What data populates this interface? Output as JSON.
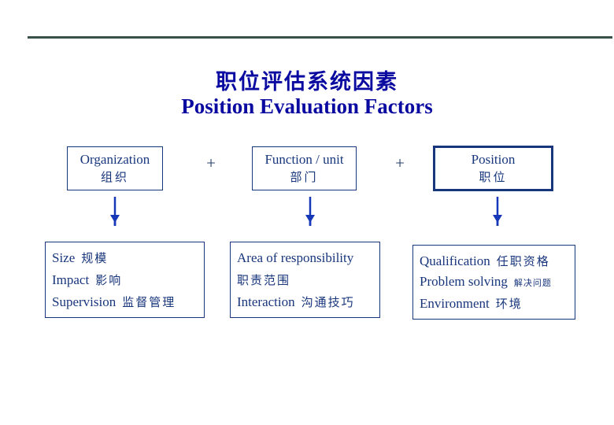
{
  "title": {
    "zh": "职位评估系统因素",
    "en": "Position Evaluation Factors"
  },
  "plus": "+",
  "factor_boxes": [
    {
      "en": "Organization",
      "zh": "组织"
    },
    {
      "en": "Function / unit",
      "zh": "部门"
    },
    {
      "en": "Position",
      "zh": "职位"
    }
  ],
  "detail_boxes": [
    {
      "lines": [
        {
          "en": "Size",
          "zh": "规模"
        },
        {
          "en": "Impact",
          "zh": "影响"
        },
        {
          "en": "Supervision",
          "zh": "监督管理"
        }
      ]
    },
    {
      "lines": [
        {
          "en": "Area of responsibility",
          "zh": ""
        },
        {
          "en": "",
          "zh": "职责范围"
        },
        {
          "en": "Interaction",
          "zh": "沟通技巧"
        }
      ]
    },
    {
      "lines": [
        {
          "en": "Qualification",
          "zh": "任职资格"
        },
        {
          "en": "Problem solving",
          "zh": "解决问题"
        },
        {
          "en": "Environment",
          "zh": "环境"
        }
      ]
    }
  ],
  "colors": {
    "title_navy": "#0a0aa0",
    "box_navy": "#18367c",
    "arrow_blue": "#1637b8",
    "plus_navy": "#233f66",
    "rule_color": "#3a5148"
  }
}
